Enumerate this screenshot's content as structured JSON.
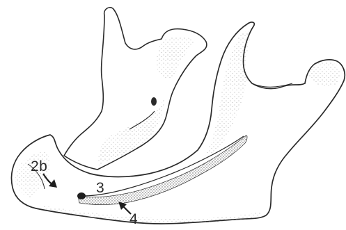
{
  "labels": {
    "l2b": "2b",
    "l3": "3",
    "l4": "4"
  },
  "colors": {
    "ink": "#2a2a2a",
    "stipple": "#8a8a8a",
    "paper": "#ffffff"
  }
}
